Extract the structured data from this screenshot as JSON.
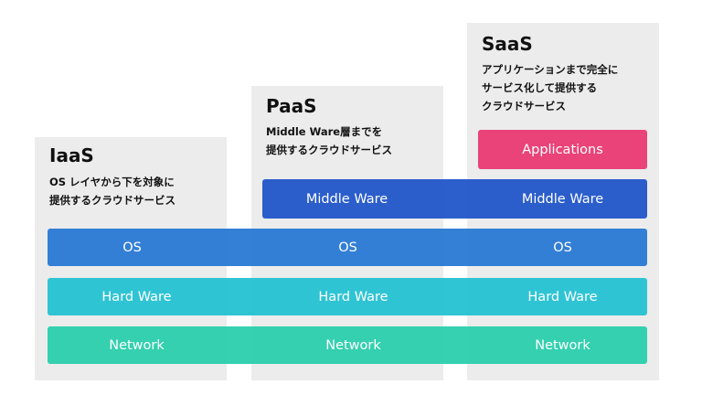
{
  "panels": {
    "iaas": {
      "title": "IaaS",
      "desc_lines": [
        "OS レイヤから下を対象に",
        "提供するクラウドサービス"
      ]
    },
    "paas": {
      "title": "PaaS",
      "desc_lines": [
        "Middle Ware層までを",
        "提供するクラウドサービス"
      ]
    },
    "saas": {
      "title": "SaaS",
      "desc_lines": [
        "アプリケーションまで完全に",
        "サービス化して提供する",
        "クラウドサービス"
      ]
    }
  },
  "layers": {
    "applications": {
      "labels": [
        "Applications"
      ]
    },
    "middleware": {
      "labels": [
        "Middle Ware",
        "Middle Ware"
      ]
    },
    "os": {
      "labels": [
        "OS",
        "OS",
        "OS"
      ]
    },
    "hardware": {
      "labels": [
        "Hard Ware",
        "Hard Ware",
        "Hard Ware"
      ]
    },
    "network": {
      "labels": [
        "Network",
        "Network",
        "Network"
      ]
    }
  },
  "colors": {
    "panel_bg": "#ececec",
    "applications": "#e94379",
    "middleware": "#1c53c8",
    "os": "#2576d4",
    "hardware": "#20c1d2",
    "network": "#26cdaa"
  }
}
